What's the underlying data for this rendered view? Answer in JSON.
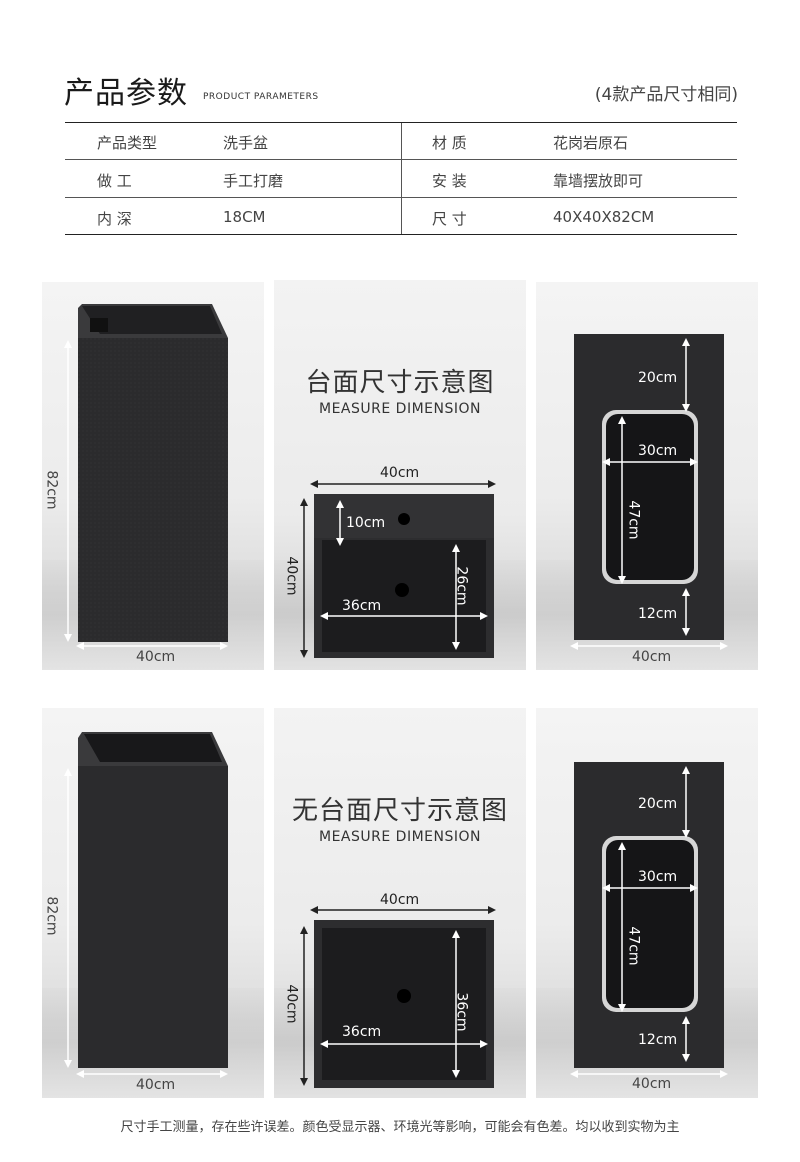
{
  "header": {
    "title": "产品参数",
    "subtitle": "PRODUCT PARAMETERS",
    "note": "(4款产品尺寸相同)"
  },
  "params": {
    "rows": [
      {
        "k1": "产品类型",
        "v1": "洗手盆",
        "k2": "材 质",
        "v2": "花岗岩原石"
      },
      {
        "k1": "做 工",
        "v1": "手工打磨",
        "k2": "安 装",
        "v2": "靠墙摆放即可"
      },
      {
        "k1": "内 深",
        "v1": "18CM",
        "k2": "尺 寸",
        "v2": "40X40X82CM"
      }
    ]
  },
  "section1": {
    "title": "台面尺寸示意图",
    "subtitle": "MEASURE DIMENSION",
    "side": {
      "height": "82cm",
      "width": "40cm"
    },
    "top": {
      "width": "40cm",
      "depth": "40cm",
      "ledge": "10cm",
      "basin_depth": "26cm",
      "basin_width": "36cm"
    },
    "front": {
      "top": "20cm",
      "opening_width": "30cm",
      "opening_height": "47cm",
      "bottom": "12cm",
      "width": "40cm"
    }
  },
  "section2": {
    "title": "无台面尺寸示意图",
    "subtitle": "MEASURE DIMENSION",
    "side": {
      "height": "82cm",
      "width": "40cm"
    },
    "top": {
      "width": "40cm",
      "depth": "40cm",
      "basin_depth": "36cm",
      "basin_width": "36cm"
    },
    "front": {
      "top": "20cm",
      "opening_width": "30cm",
      "opening_height": "47cm",
      "bottom": "12cm",
      "width": "40cm"
    }
  },
  "footnote": "尺寸手工测量，存在些许误差。颜色受显示器、环境光等影响，可能会有色差。均以收到实物为主",
  "colors": {
    "stone": "#2a2a2c",
    "dimension_line": "#ffffff",
    "background": "#ececec"
  }
}
